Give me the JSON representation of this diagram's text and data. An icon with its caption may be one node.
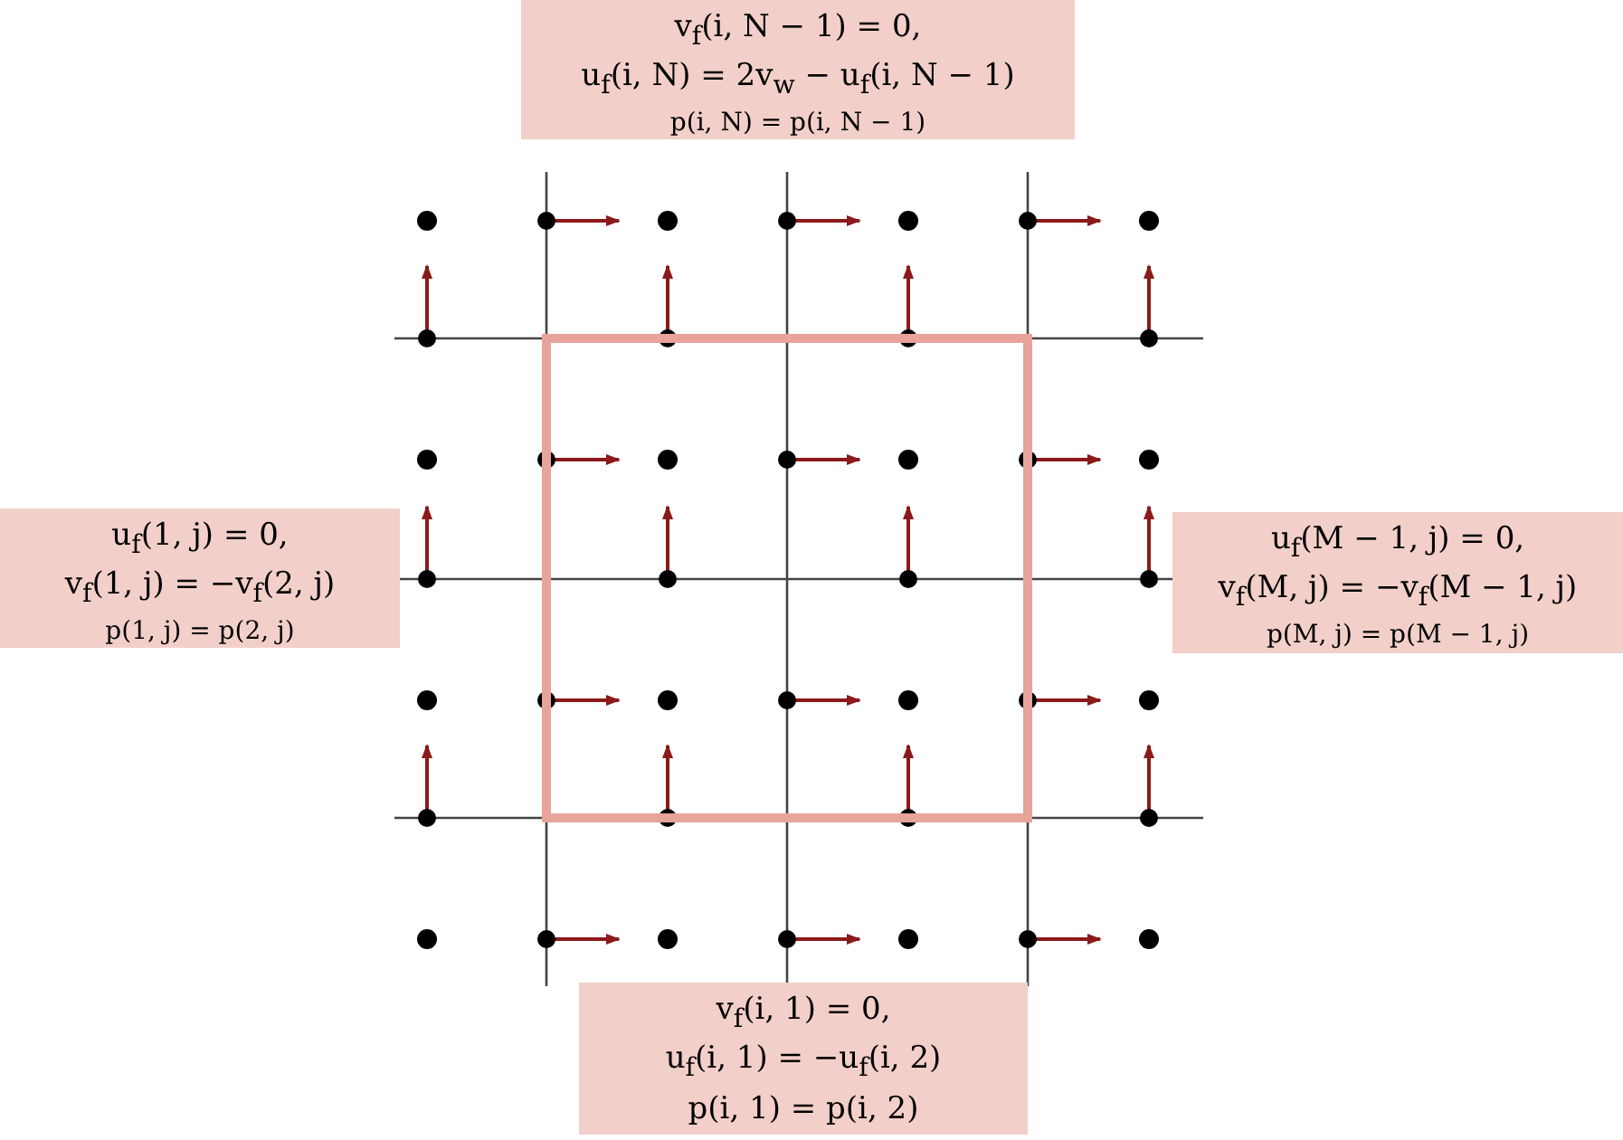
{
  "diagram": {
    "nodes": [
      {
        "text": [
          "v$_{f}$(i, N − 1) = 0,",
          "u$_{f}$(i, N) = 2v$_{w}$ − u$_{f}$(i, N − 1)",
          "p(i, N) = p(i, N − 1)"
        ]
      },
      {
        "text": [
          "u$_{f}$(1, j) = 0,",
          "v$_{f}$(1, j) = −v$_{f}$(2, j)",
          "p(1, j) = p(2, j)"
        ]
      },
      {
        "text": [
          "u$_{f}$(M − 1, j) = 0,",
          "v$_{f}$(M, j) = −v$_{f}$(M − 1, j)",
          "p(M, j) = p(M − 1, j)"
        ]
      },
      {
        "text": [
          "v$_{f}$(i, 1) = 0,",
          "u$_{f}$(i, 1) = −u$_{f}$(i, 2)",
          "p(i, 1) = p(i, 2)"
        ]
      }
    ]
  }
}
